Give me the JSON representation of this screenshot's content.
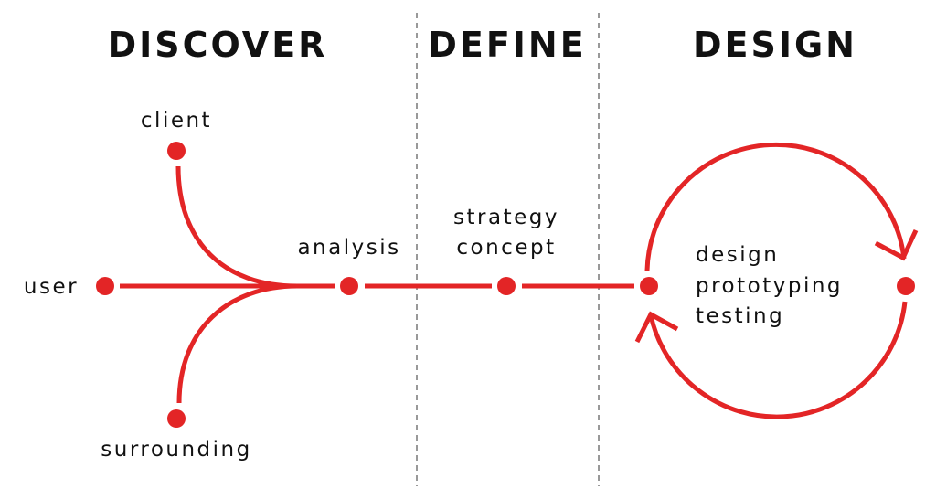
{
  "phases": [
    "DISCOVER",
    "DEFINE",
    "DESIGN"
  ],
  "discover": {
    "inputs": [
      "client",
      "user",
      "surrounding"
    ],
    "result": "analysis"
  },
  "define": {
    "lines": [
      "strategy",
      "concept"
    ]
  },
  "design": {
    "lines": [
      "design",
      "prototyping",
      "testing"
    ]
  },
  "colors": {
    "accent": "#e32526",
    "text": "#111111",
    "divider": "#999999"
  }
}
